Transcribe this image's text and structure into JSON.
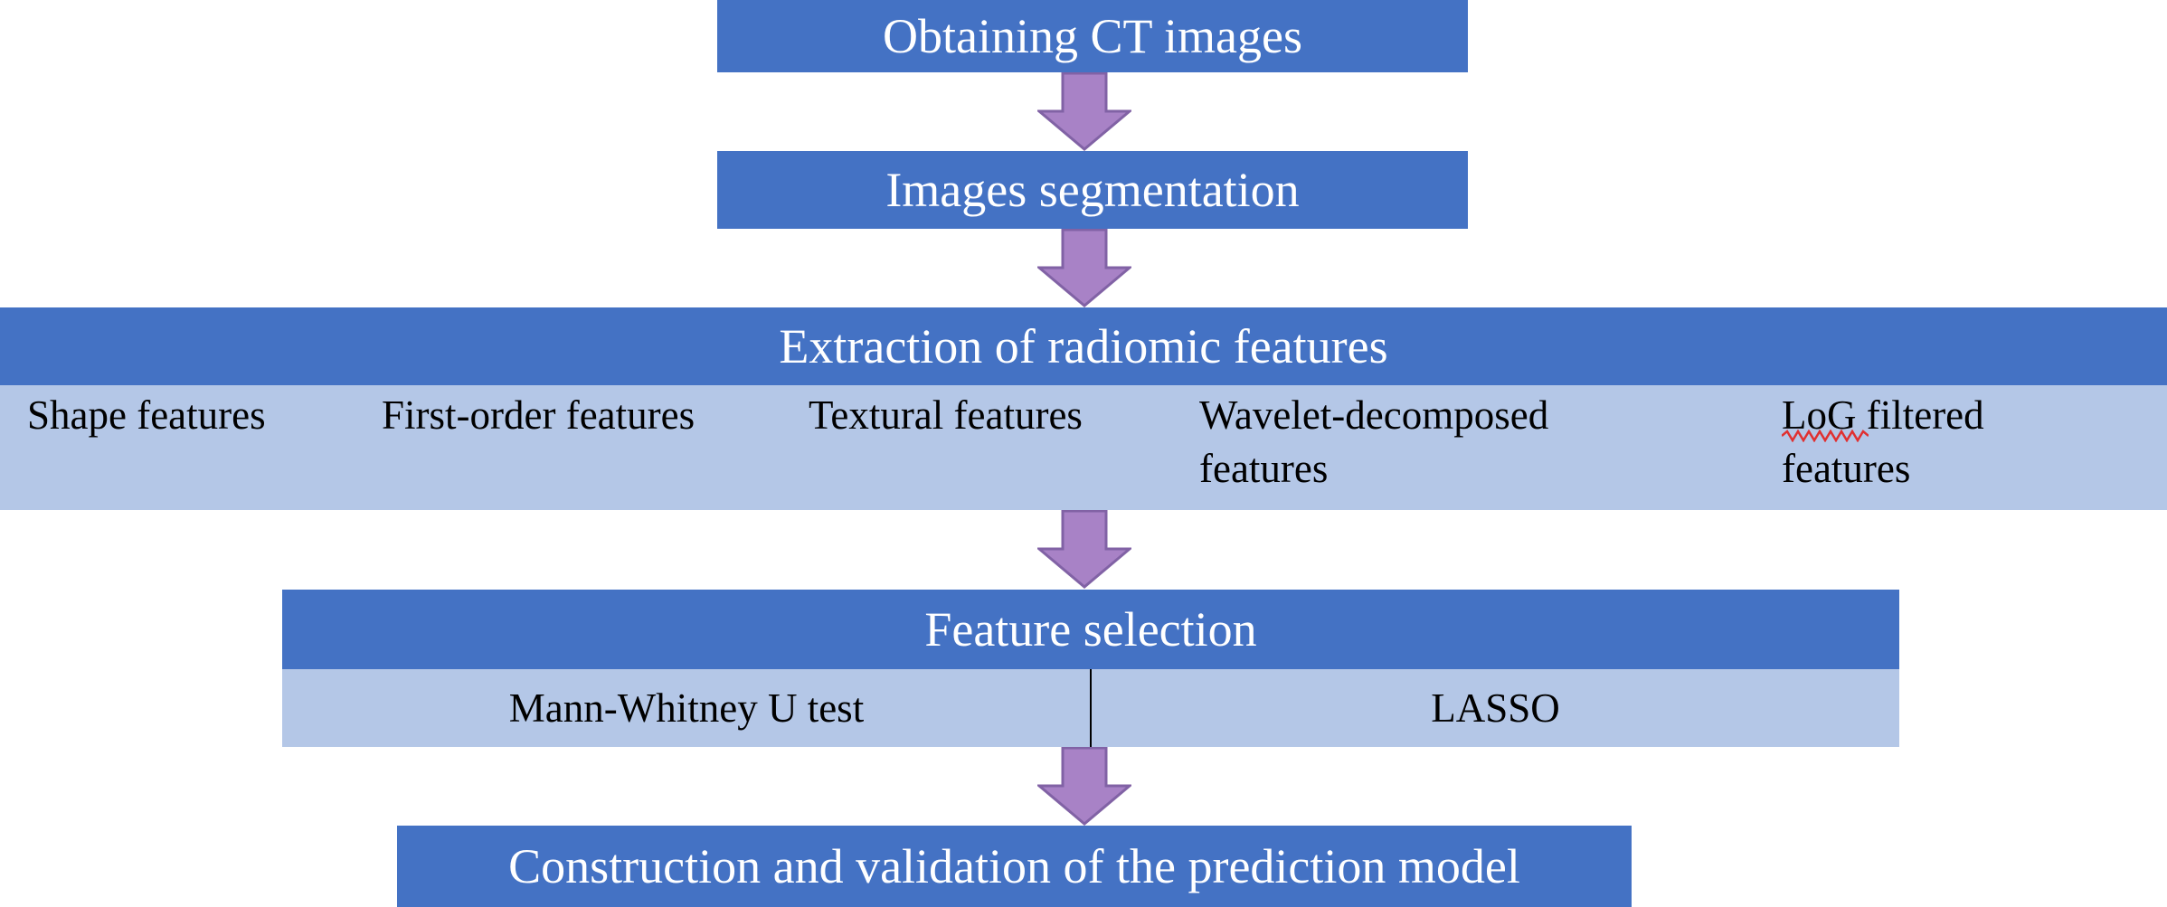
{
  "steps": {
    "obtaining": "Obtaining CT images",
    "segmentation": "Images segmentation",
    "extraction": "Extraction of radiomic features",
    "selection": "Feature selection",
    "construction": "Construction and validation of the prediction model"
  },
  "extraction_items": [
    "Shape features",
    "First-order features",
    "Textural features",
    "Wavelet-decomposed features",
    "LoG filtered features"
  ],
  "selection_methods": [
    "Mann-Whitney U test",
    "LASSO"
  ],
  "colors": {
    "box_dark": "#4472c4",
    "box_light": "#b4c7e7",
    "arrow_fill": "#a882c6",
    "arrow_stroke": "#8162a5"
  }
}
